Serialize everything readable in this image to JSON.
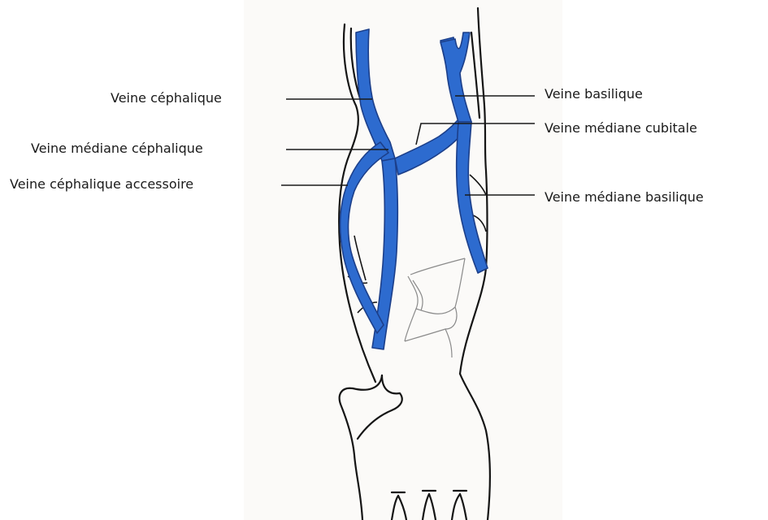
{
  "labels": {
    "veine_cephalique": "Veine céphalique",
    "veine_mediane_cephalique": "Veine médiane céphalique",
    "veine_cephalique_accessoire": "Veine céphalique accessoire",
    "veine_basilique": "Veine basilique",
    "veine_mediane_cubitale": "Veine médiane cubitale",
    "veine_mediane_basilique": "Veine médiane basilique"
  },
  "colors": {
    "vein_fill": "#2d6bcf",
    "vein_outline": "#1c3f8a",
    "skin_outline": "#151515",
    "leader_line": "#1a1a1a",
    "paper": "#fbfaf8",
    "superficial_network": "#8a8a8a"
  }
}
